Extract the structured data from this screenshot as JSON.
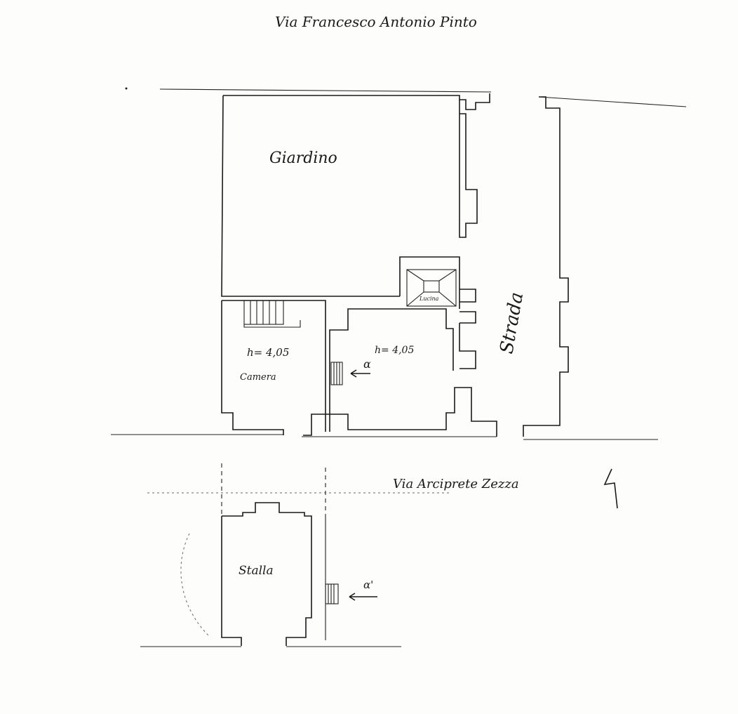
{
  "plan": {
    "street_top": "Via Francesco Antonio Pinto",
    "street_right": "Strada",
    "street_middle": "Via Arciprete Zezza",
    "garden": "Giardino",
    "room_left_height": "h= 4,05",
    "room_left_name": "Camera",
    "room_right_height": "h= 4,05",
    "stair_well": "Lucina",
    "stable": "Stalla",
    "entrance_marker_1": "α",
    "entrance_marker_2": "α'"
  }
}
